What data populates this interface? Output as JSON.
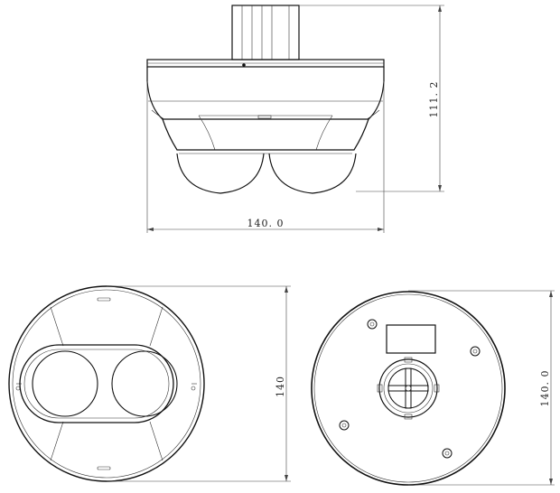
{
  "dimensions": {
    "side_width": "140. 0",
    "side_height": "111. 2",
    "front_height": "140",
    "rear_height": "140. 0"
  }
}
